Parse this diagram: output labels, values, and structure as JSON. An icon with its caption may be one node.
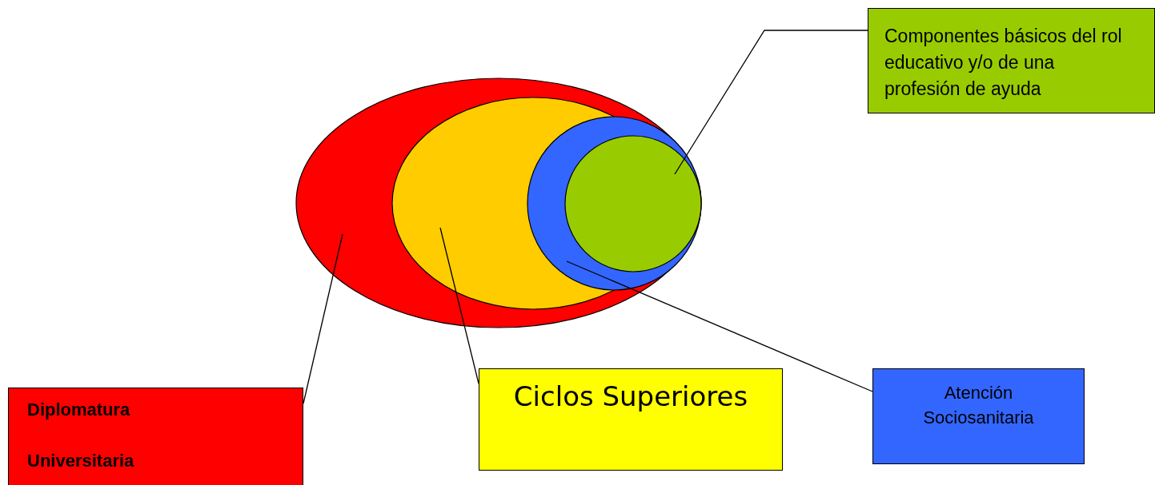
{
  "diagram": {
    "nodes": [
      {
        "text": [],
        "shape": "ellipse"
      },
      {
        "text": [],
        "shape": "ellipse",
        "in": 0
      },
      {
        "text": [],
        "shape": "circle",
        "in": 0
      },
      {
        "text": [],
        "shape": "circle",
        "in": 2
      },
      {
        "text": [
          "Componentes básicos del rol educativo y/o de una profesión de ayuda"
        ]
      },
      {
        "text": [
          "Diplomatura",
          "Universitaria"
        ]
      },
      {
        "text": [
          "Ciclos Superiores"
        ]
      },
      {
        "text": [
          "Atención Sociosanitaria"
        ]
      }
    ],
    "edges": [
      {
        "from": 4,
        "to": 3,
        "arrow": "none"
      },
      {
        "from": 5,
        "to": 0,
        "arrow": "none"
      },
      {
        "from": 6,
        "to": 1,
        "arrow": "none"
      },
      {
        "from": 7,
        "to": 2,
        "arrow": "none"
      }
    ]
  }
}
